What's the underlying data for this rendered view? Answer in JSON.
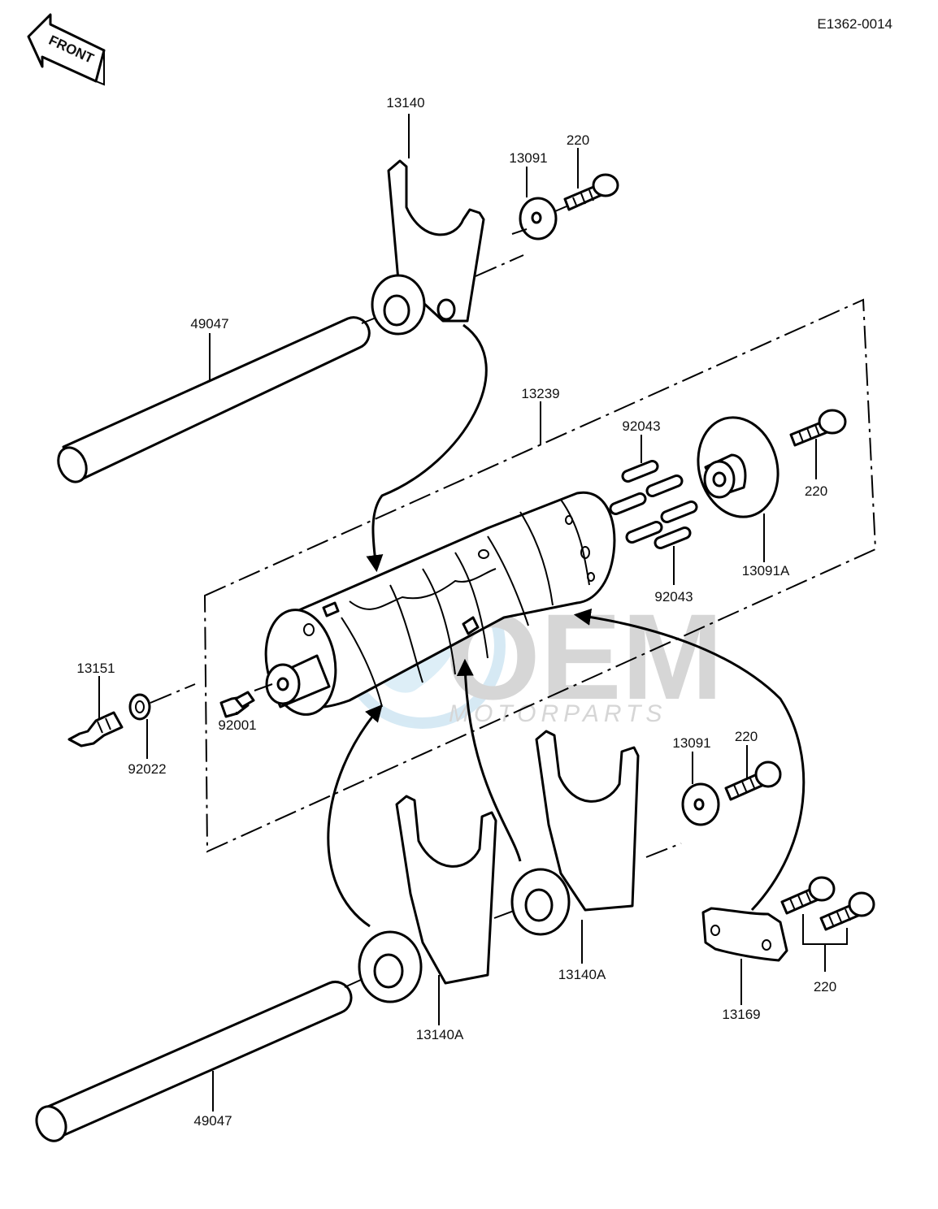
{
  "header": {
    "diagram_code": "E1362-0014",
    "front_label": "FRONT"
  },
  "watermark": {
    "brand": "OEM",
    "sub": "MOTORPARTS"
  },
  "callouts": {
    "fork_top": "13140",
    "pin_top": "13091",
    "bolt_top": "220",
    "rod_top": "49047",
    "drum": "13239",
    "pins_upper": "92043",
    "pins_lower": "92043",
    "plate": "13091A",
    "bolt_plate": "220",
    "switch": "13151",
    "washer": "92022",
    "screw_drum": "92001",
    "pin_lower": "13091",
    "bolt_lower": "220",
    "fork_lower_left": "13140A",
    "fork_lower_right": "13140A",
    "holder": "13169",
    "bolts_holder": "220",
    "rod_bottom": "49047"
  }
}
